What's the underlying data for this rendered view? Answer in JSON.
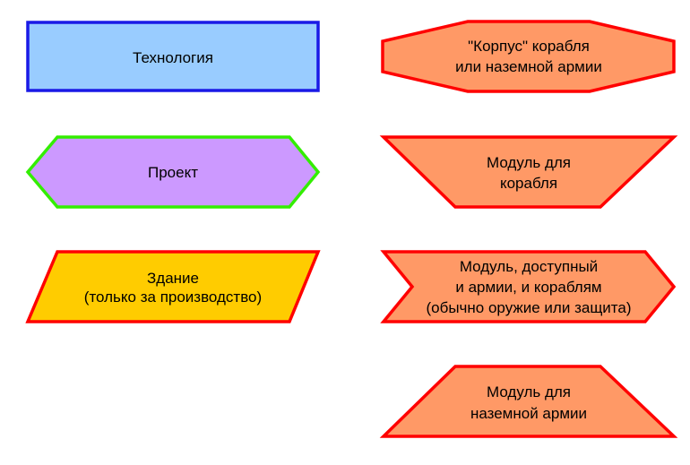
{
  "legend": [
    {
      "id": "technology",
      "lines": [
        "Технология"
      ],
      "fill": "#99ccff",
      "stroke": "#1a1ae6"
    },
    {
      "id": "project",
      "lines": [
        "Проект"
      ],
      "fill": "#cc99ff",
      "stroke": "#33ee00"
    },
    {
      "id": "building",
      "lines": [
        "Здание",
        "(только за производство)"
      ],
      "fill": "#ffcc00",
      "stroke": "#ff0000"
    },
    {
      "id": "hull",
      "lines": [
        "\"Корпус\" корабля",
        "или наземной армии"
      ],
      "fill": "#ff9966",
      "stroke": "#ff0000"
    },
    {
      "id": "ship-module",
      "lines": [
        "Модуль для",
        "корабля"
      ],
      "fill": "#ff9966",
      "stroke": "#ff0000"
    },
    {
      "id": "shared-module",
      "lines": [
        "Модуль, доступный",
        "и армии, и кораблям",
        "(обычно оружие или защита)"
      ],
      "fill": "#ff9966",
      "stroke": "#ff0000"
    },
    {
      "id": "army-module",
      "lines": [
        "Модуль для",
        "наземной армии"
      ],
      "fill": "#ff9966",
      "stroke": "#ff0000"
    }
  ]
}
